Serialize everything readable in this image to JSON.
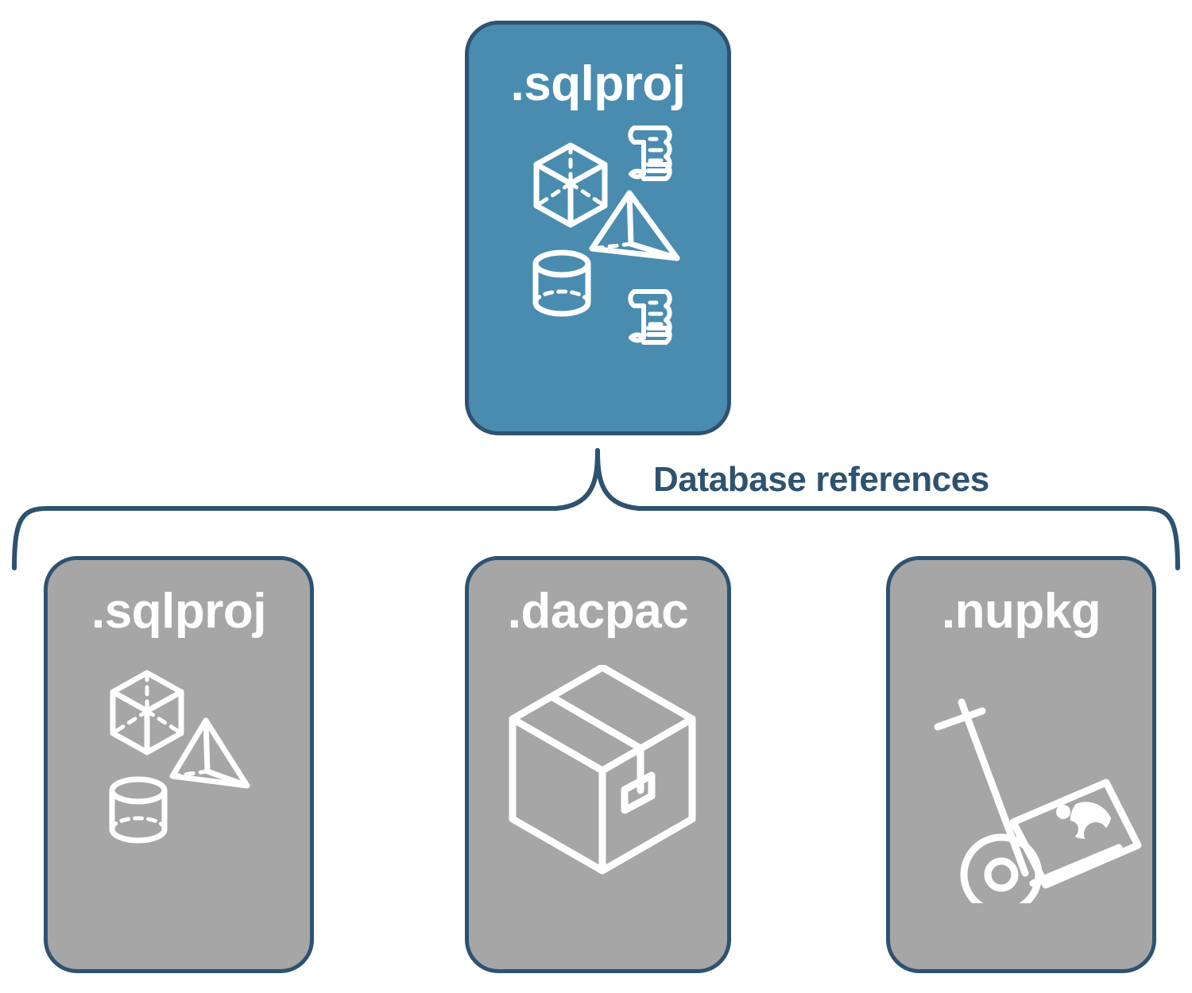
{
  "diagram": {
    "title": "Database references",
    "colors": {
      "primary_fill": "#4a8caf",
      "muted_fill": "#a6a6a6",
      "stroke": "#2e5270",
      "icon": "#ffffff",
      "background": "#ffffff"
    },
    "connector": {
      "label": "Database references",
      "style": "curly-brace",
      "orientation": "horizontal"
    },
    "parent": {
      "label": ".sqlproj",
      "fill": "primary",
      "icons": [
        "cube-wireframe-icon",
        "scroll-script-icon",
        "pyramid-wireframe-icon",
        "cylinder-wireframe-icon",
        "scroll-script-icon"
      ]
    },
    "children": [
      {
        "label": ".sqlproj",
        "fill": "muted",
        "icons": [
          "cube-wireframe-icon",
          "pyramid-wireframe-icon",
          "cylinder-wireframe-icon"
        ]
      },
      {
        "label": ".dacpac",
        "fill": "muted",
        "icons": [
          "package-box-icon"
        ]
      },
      {
        "label": ".nupkg",
        "fill": "muted",
        "icons": [
          "hand-truck-nuget-icon"
        ]
      }
    ]
  }
}
